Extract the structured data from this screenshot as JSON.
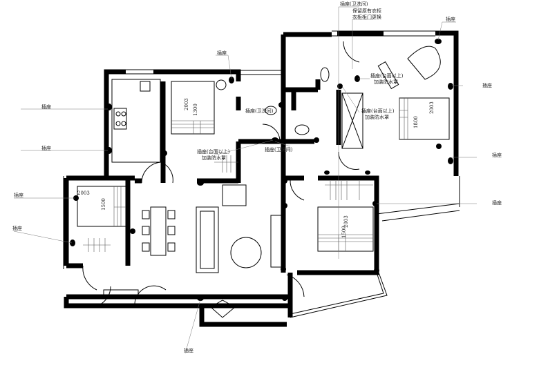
{
  "title": "插座布置平面图",
  "labels": {
    "socket": "插座",
    "socket_bath": "插座(卫洗间)",
    "socket_counter": "插座(台面以上)",
    "waterproof": "加装防水罩",
    "wardrobe_keep": "保留原有衣柜",
    "wardrobe_door": "衣柜柜门更换"
  },
  "dimensions": {
    "bed_length": "2003",
    "bed_width": "1500",
    "bed_width_alt": "1800",
    "bed_width_alt2": "1300"
  },
  "colors": {
    "wall": "#000000",
    "leader": "#777777"
  }
}
